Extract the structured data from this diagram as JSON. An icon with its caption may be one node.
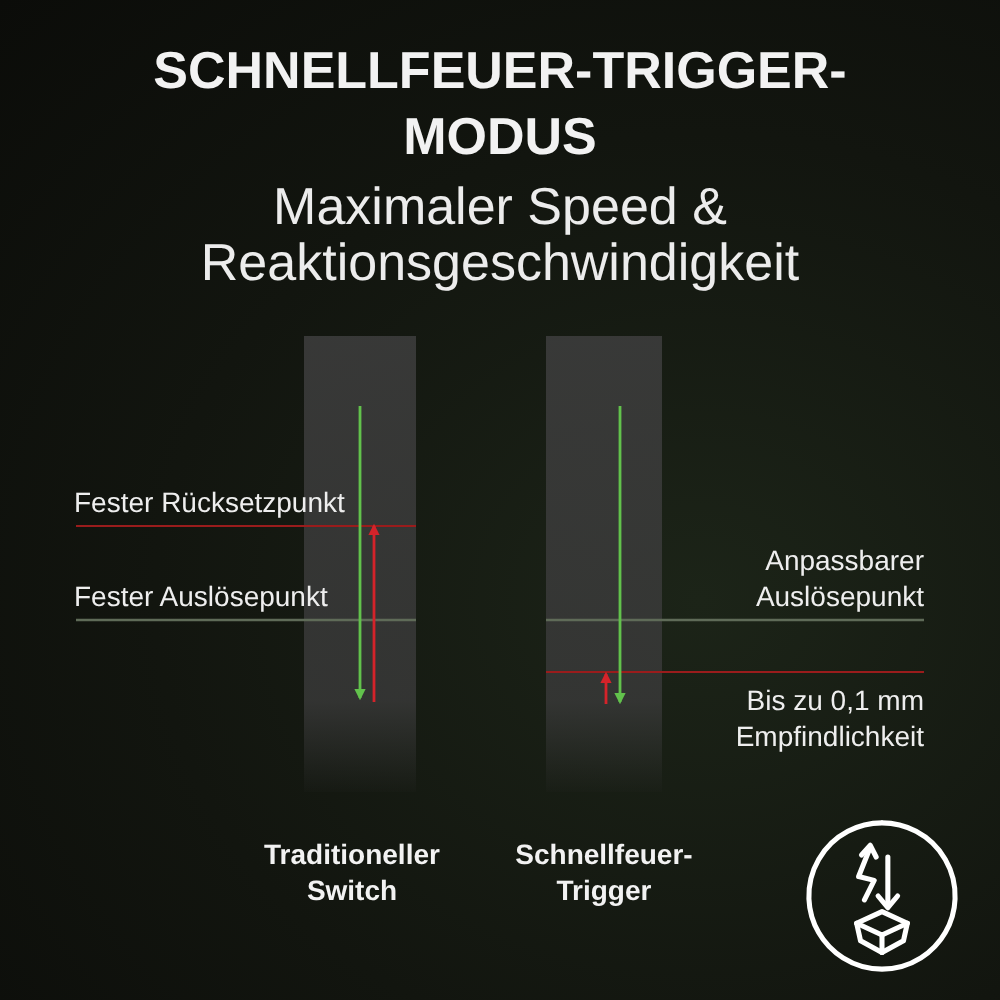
{
  "diagram": {
    "title": "SCHNELLFEUER-TRIGGER- MODUS",
    "nodes": [
      {
        "text": [
          "Traditioneller Switch"
        ]
      },
      {
        "text": [
          "Schnellfeuer- Trigger"
        ]
      }
    ],
    "labels": [
      "Maximaler Speed & Reaktionsgeschwindigkeit",
      "Fester Rücksetzpunkt",
      "Fester Auslösepunkt",
      "Anpassbarer Auslösepunkt",
      "Bis zu 0,1 mm Empfindlichkeit"
    ]
  }
}
